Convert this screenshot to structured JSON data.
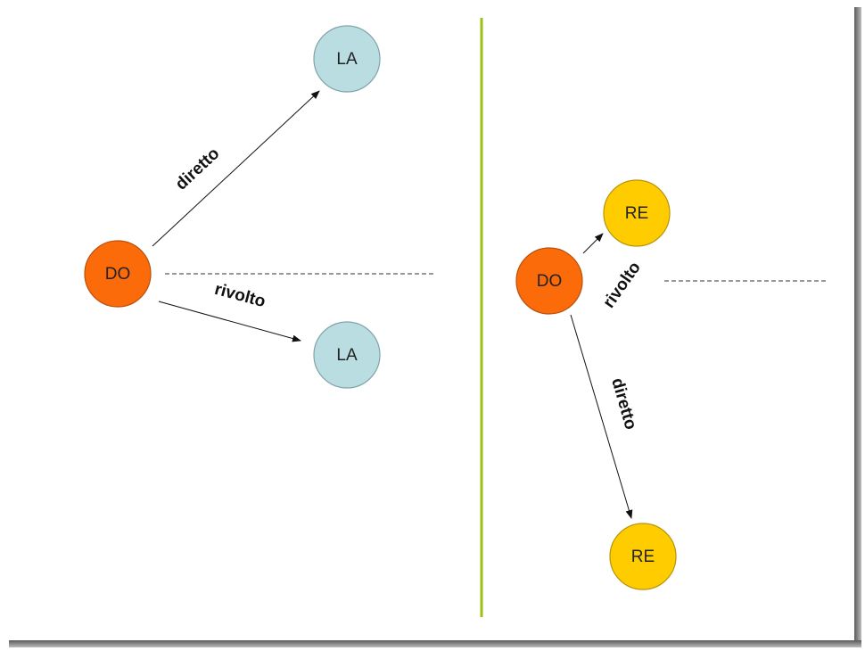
{
  "colors": {
    "do_fill": "#fb6b0a",
    "do_stroke": "#b85010",
    "la_fill": "#b9dde1",
    "la_stroke": "#7fa4a8",
    "re_fill": "#ffcc00",
    "re_stroke": "#b8940a",
    "divider": "#99c21a",
    "edge": "#111111"
  },
  "left": {
    "source": "DO",
    "upper_target": "LA",
    "lower_target": "LA",
    "upper_edge_label": "diretto",
    "lower_edge_label": "rivolto"
  },
  "right": {
    "source": "DO",
    "upper_target": "RE",
    "lower_target": "RE",
    "upper_edge_label": "rivolto",
    "lower_edge_label": "diretto"
  }
}
